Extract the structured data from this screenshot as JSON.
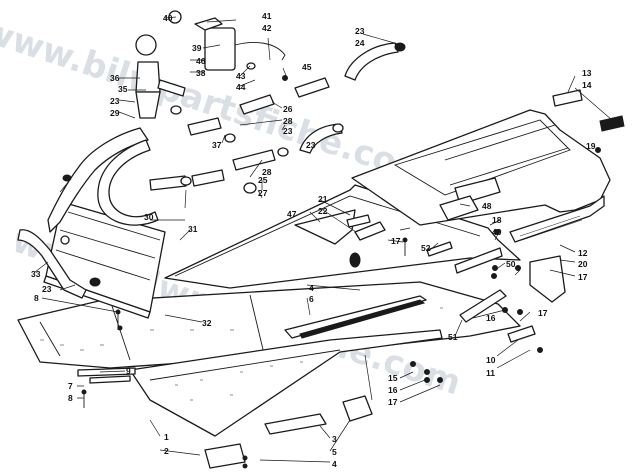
{
  "watermark": "www.bilwpartsfiche.com",
  "callouts": [
    "40",
    "41",
    "42",
    "39",
    "45",
    "23",
    "24",
    "36",
    "46",
    "38",
    "35",
    "43",
    "44",
    "23",
    "29",
    "26",
    "28",
    "25",
    "27",
    "28",
    "23",
    "37",
    "13",
    "14",
    "19",
    "23",
    "21",
    "22",
    "47",
    "48",
    "30",
    "31",
    "17",
    "52",
    "18",
    "49",
    "12",
    "20",
    "17",
    "50",
    "33",
    "23",
    "8",
    "4",
    "6",
    "32",
    "16",
    "17",
    "51",
    "10",
    "11",
    "7",
    "8",
    "9",
    "15",
    "16",
    "17",
    "1",
    "2",
    "3",
    "5",
    "4"
  ],
  "colors": {
    "ink": "#1a1a1a",
    "paper": "#ffffff",
    "watermark": "#5a6e8c"
  }
}
